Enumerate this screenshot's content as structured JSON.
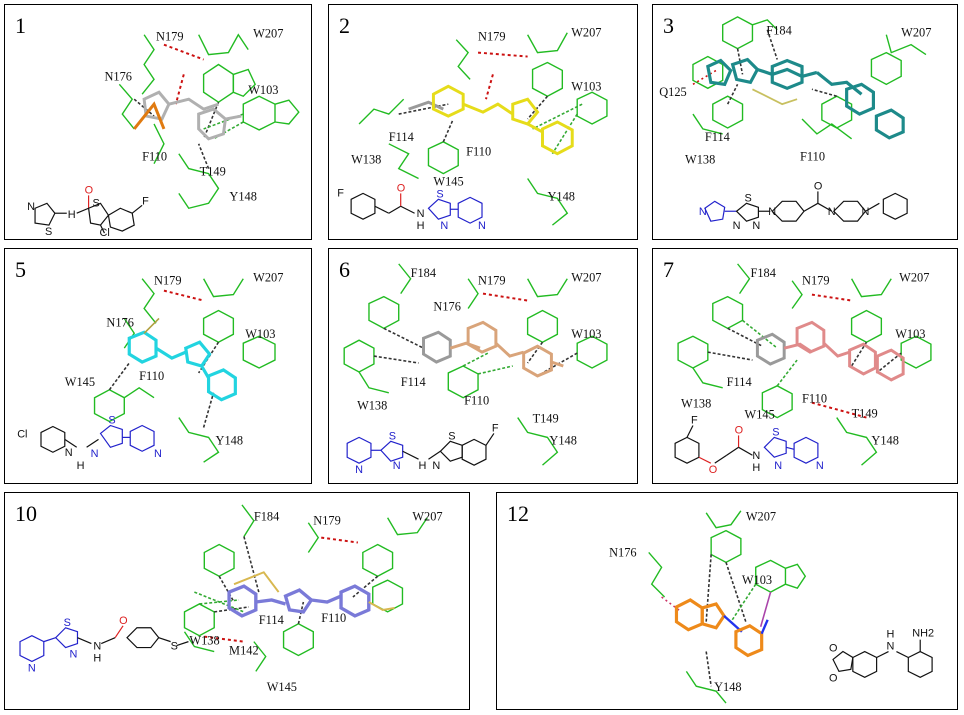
{
  "colors": {
    "protein": "#22bb22",
    "nitrogen": "#2233ee",
    "oxygen": "#dd2222",
    "hbond": "#cc1111",
    "contact": "#333333",
    "pi": "#33aa33",
    "heteroring": "#2222cc"
  },
  "panels": [
    {
      "id": "p1",
      "number": "1",
      "ligand_color": "#b0b0b0",
      "accent": "#e07a10",
      "residues": [
        {
          "id": "N179",
          "label": "N179"
        },
        {
          "id": "W207",
          "label": "W207"
        },
        {
          "id": "N176",
          "label": "N176"
        },
        {
          "id": "W103",
          "label": "W103"
        },
        {
          "id": "F110",
          "label": "F110"
        },
        {
          "id": "T149",
          "label": "T149"
        },
        {
          "id": "Y148",
          "label": "Y148"
        }
      ],
      "structure_atoms": [
        "N",
        "H",
        "O",
        "F",
        "S",
        "S",
        "Cl"
      ]
    },
    {
      "id": "p2",
      "number": "2",
      "ligand_color": "#e6dc1a",
      "accent": "#9a9a9a",
      "residues": [
        {
          "id": "N179",
          "label": "N179"
        },
        {
          "id": "W207",
          "label": "W207"
        },
        {
          "id": "W103",
          "label": "W103"
        },
        {
          "id": "F114",
          "label": "F114"
        },
        {
          "id": "F110",
          "label": "F110"
        },
        {
          "id": "W138",
          "label": "W138"
        },
        {
          "id": "W145",
          "label": "W145"
        },
        {
          "id": "Y148",
          "label": "Y148"
        }
      ],
      "structure_atoms": [
        "F",
        "O",
        "S",
        "N",
        "H",
        "N",
        "N"
      ]
    },
    {
      "id": "p3",
      "number": "3",
      "ligand_color": "#1d8a8a",
      "accent": "#c8c060",
      "residues": [
        {
          "id": "F184",
          "label": "F184"
        },
        {
          "id": "W207",
          "label": "W207"
        },
        {
          "id": "Q125",
          "label": "Q125"
        },
        {
          "id": "F114",
          "label": "F114"
        },
        {
          "id": "W138",
          "label": "W138"
        },
        {
          "id": "F110",
          "label": "F110"
        }
      ],
      "structure_atoms": [
        "O",
        "N",
        "S",
        "N",
        "N",
        "N",
        "N",
        "N"
      ]
    },
    {
      "id": "p5",
      "number": "5",
      "ligand_color": "#22d4e0",
      "accent": "#b0a040",
      "residues": [
        {
          "id": "N179",
          "label": "N179"
        },
        {
          "id": "W207",
          "label": "W207"
        },
        {
          "id": "N176",
          "label": "N176"
        },
        {
          "id": "W103",
          "label": "W103"
        },
        {
          "id": "W145",
          "label": "W145"
        },
        {
          "id": "F110",
          "label": "F110"
        },
        {
          "id": "Y148",
          "label": "Y148"
        }
      ],
      "structure_atoms": [
        "Cl",
        "N",
        "H",
        "N",
        "S",
        "N"
      ]
    },
    {
      "id": "p6",
      "number": "6",
      "ligand_color": "#d9a47a",
      "accent": "#9a9a9a",
      "residues": [
        {
          "id": "F184",
          "label": "F184"
        },
        {
          "id": "N179",
          "label": "N179"
        },
        {
          "id": "W207",
          "label": "W207"
        },
        {
          "id": "N176",
          "label": "N176"
        },
        {
          "id": "W103",
          "label": "W103"
        },
        {
          "id": "F114",
          "label": "F114"
        },
        {
          "id": "W138",
          "label": "W138"
        },
        {
          "id": "F110",
          "label": "F110"
        },
        {
          "id": "T149",
          "label": "T149"
        },
        {
          "id": "Y148",
          "label": "Y148"
        }
      ],
      "structure_atoms": [
        "F",
        "S",
        "N",
        "H",
        "N",
        "S",
        "N"
      ]
    },
    {
      "id": "p7",
      "number": "7",
      "ligand_color": "#e08a8a",
      "accent": "#9a9a9a",
      "residues": [
        {
          "id": "F184",
          "label": "F184"
        },
        {
          "id": "N179",
          "label": "N179"
        },
        {
          "id": "W207",
          "label": "W207"
        },
        {
          "id": "W103",
          "label": "W103"
        },
        {
          "id": "F114",
          "label": "F114"
        },
        {
          "id": "W138",
          "label": "W138"
        },
        {
          "id": "W145",
          "label": "W145"
        },
        {
          "id": "F110",
          "label": "F110"
        },
        {
          "id": "T149",
          "label": "T149"
        },
        {
          "id": "Y148",
          "label": "Y148"
        }
      ],
      "structure_atoms": [
        "F",
        "O",
        "O",
        "N",
        "H",
        "S",
        "N",
        "N"
      ]
    },
    {
      "id": "p10",
      "number": "10",
      "ligand_color": "#7a7ad8",
      "accent": "#d8b850",
      "residues": [
        {
          "id": "F184",
          "label": "F184"
        },
        {
          "id": "N179",
          "label": "N179"
        },
        {
          "id": "W207",
          "label": "W207"
        },
        {
          "id": "F114",
          "label": "F114"
        },
        {
          "id": "F110",
          "label": "F110"
        },
        {
          "id": "W138",
          "label": "W138"
        },
        {
          "id": "M142",
          "label": "M142"
        },
        {
          "id": "W145",
          "label": "W145"
        }
      ],
      "structure_atoms": [
        "N",
        "S",
        "N",
        "O",
        "N",
        "H",
        "S"
      ]
    },
    {
      "id": "p12",
      "number": "12",
      "ligand_color": "#ee8a1a",
      "accent": "#aa44aa",
      "residues": [
        {
          "id": "N176",
          "label": "N176"
        },
        {
          "id": "W207",
          "label": "W207"
        },
        {
          "id": "W103",
          "label": "W103"
        },
        {
          "id": "Y148",
          "label": "Y148"
        }
      ],
      "structure_atoms": [
        "O",
        "O",
        "N",
        "H",
        "NH2"
      ]
    }
  ]
}
